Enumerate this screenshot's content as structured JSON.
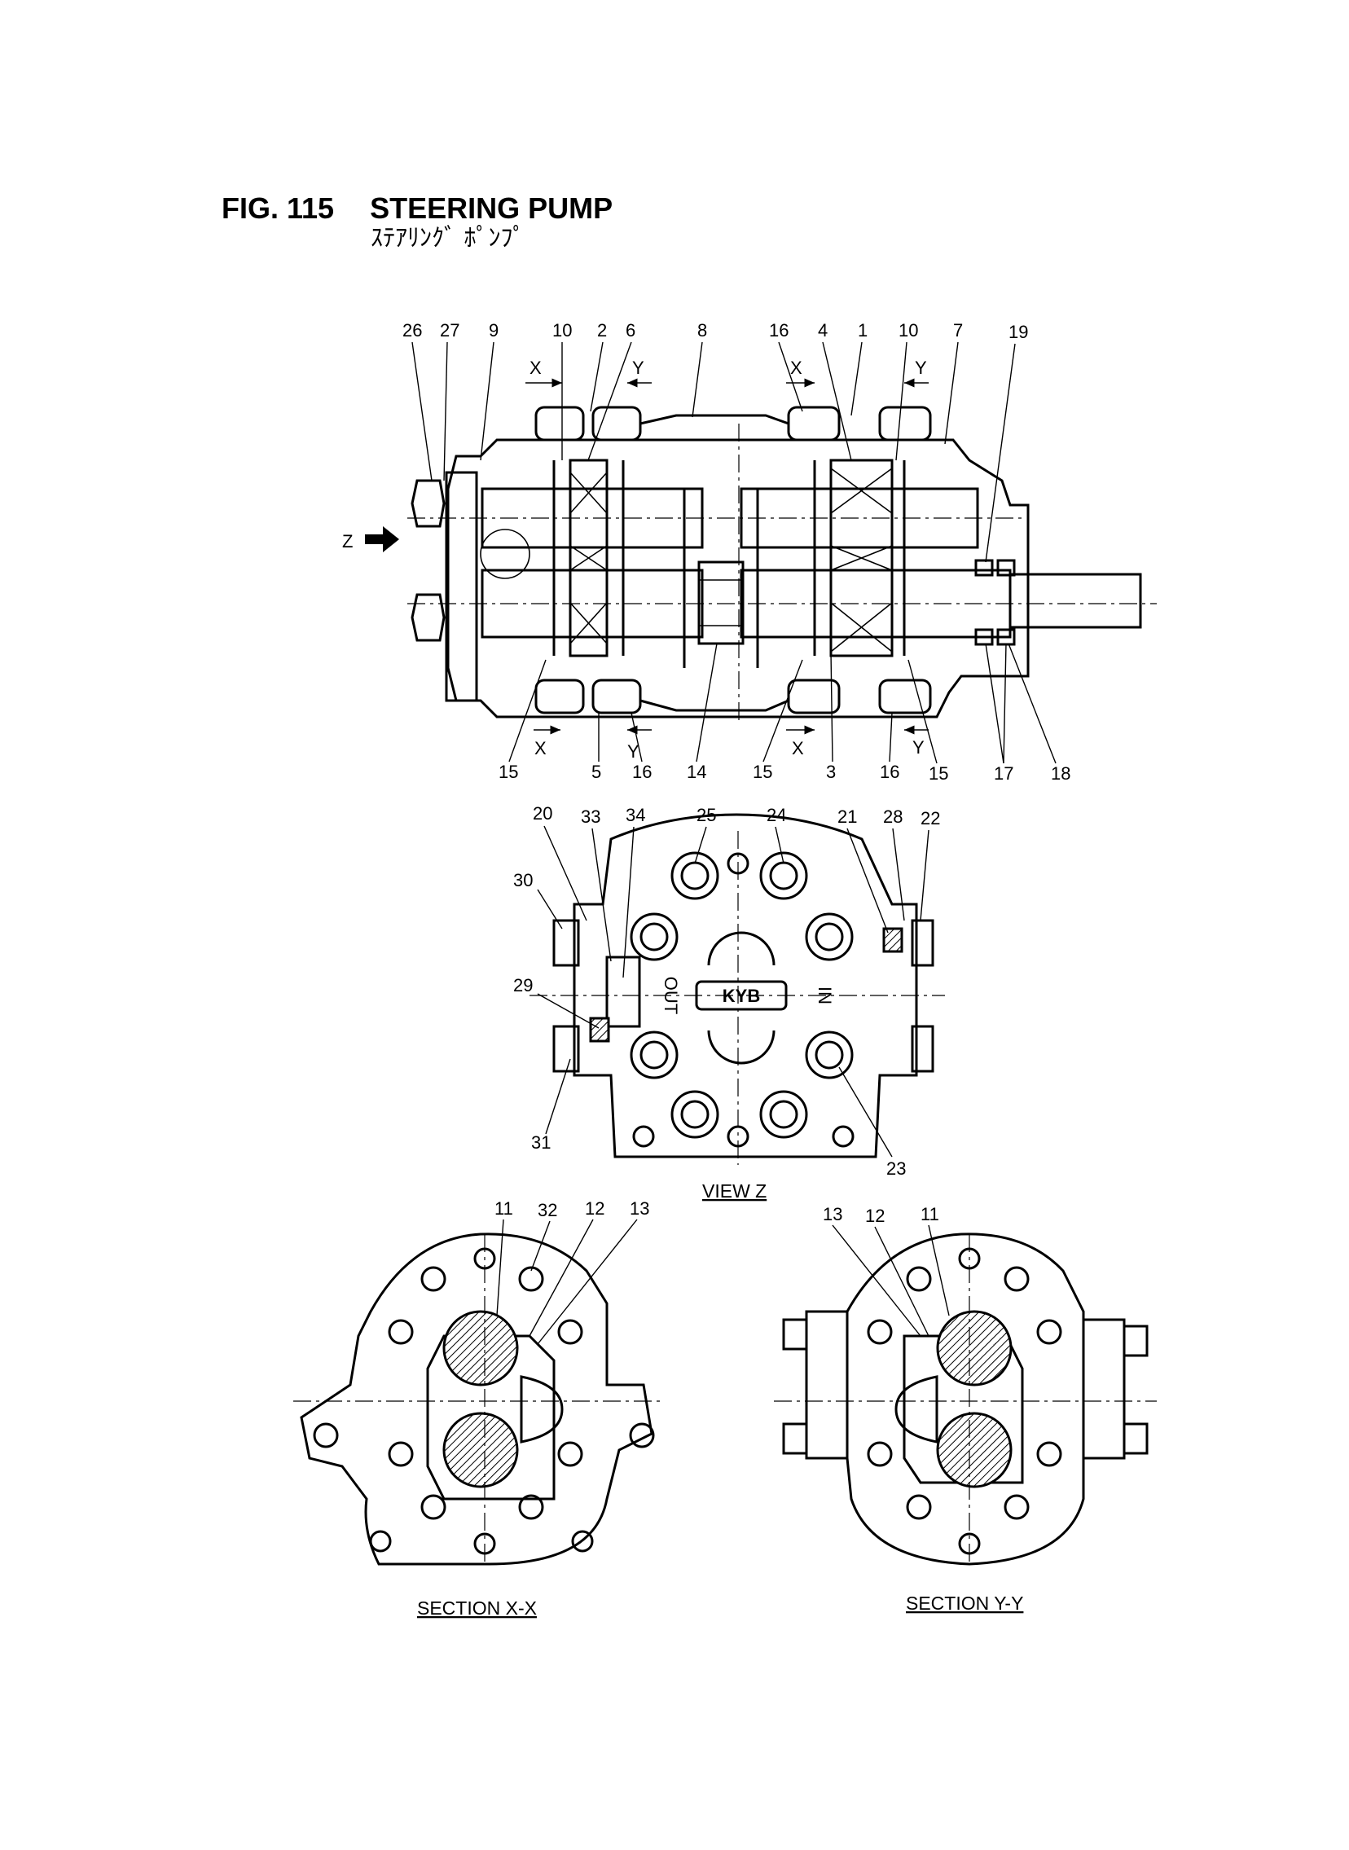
{
  "figure": {
    "number": "FIG. 115",
    "title": "STEERING PUMP",
    "subtitle": "ｽﾃｱﾘﾝｸﾞ ﾎﾟﾝﾌﾟ"
  },
  "views": {
    "view_z": "VIEW Z",
    "section_xx": "SECTION X-X",
    "section_yy": "SECTION Y-Y"
  },
  "markers": {
    "z": "Z",
    "x": "X",
    "y": "Y"
  },
  "nameplate": {
    "out": "OUT",
    "brand": "KYB",
    "in": "IN"
  },
  "callouts": {
    "side": [
      "26",
      "27",
      "9",
      "10",
      "2",
      "6",
      "8",
      "16",
      "4",
      "1",
      "10",
      "7",
      "19",
      "15",
      "5",
      "16",
      "14",
      "15",
      "3",
      "16",
      "15",
      "17",
      "18"
    ],
    "view_z": [
      "20",
      "33",
      "34",
      "25",
      "24",
      "21",
      "28",
      "22",
      "30",
      "29",
      "31",
      "23"
    ],
    "section_xx": [
      "11",
      "32",
      "12",
      "13"
    ],
    "section_yy": [
      "13",
      "12",
      "11"
    ]
  }
}
